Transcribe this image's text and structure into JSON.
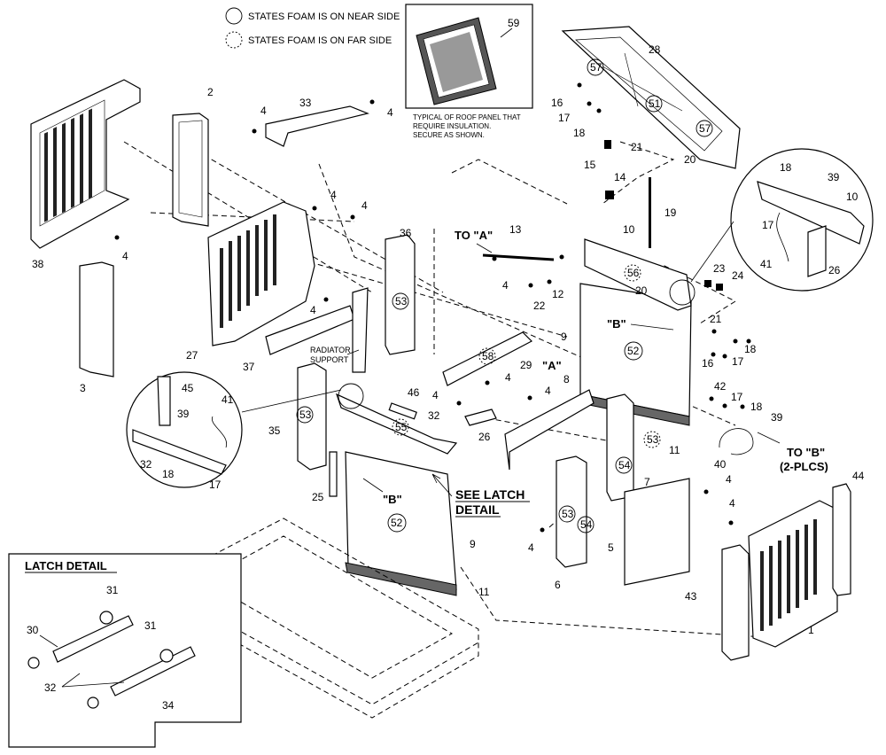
{
  "legend": {
    "near_side": "STATES FOAM IS ON NEAR SIDE",
    "far_side": "STATES FOAM IS ON FAR SIDE"
  },
  "roof_inset": {
    "part": "59",
    "note_line1": "TYPICAL OF ROOF PANEL THAT",
    "note_line2": "REQUIRE INSULATION.",
    "note_line3": "SECURE AS SHOWN."
  },
  "callouts": {
    "to_a": "TO \"A\"",
    "a": "\"A\"",
    "b_upper": "\"B\"",
    "b_lower": "\"B\"",
    "radiator_support_1": "RADIATOR",
    "radiator_support_2": "SUPPORT",
    "see_latch_1": "SEE LATCH",
    "see_latch_2": "DETAIL",
    "to_b_1": "TO \"B\"",
    "to_b_2": "(2-PLCS)"
  },
  "latch_detail": {
    "title": "LATCH DETAIL",
    "labels": [
      "31",
      "30",
      "31",
      "32",
      "34"
    ]
  },
  "part_numbers": {
    "p1": "1",
    "p2": "2",
    "p3": "3",
    "p4a": "4",
    "p4b": "4",
    "p4c": "4",
    "p4d": "4",
    "p4e": "4",
    "p4f": "4",
    "p4g": "4",
    "p4h": "4",
    "p4i": "4",
    "p4j": "4",
    "p4k": "4",
    "p4l": "4",
    "p4m": "4",
    "p5": "5",
    "p6": "6",
    "p7": "7",
    "p8": "8",
    "p9a": "9",
    "p9b": "9",
    "p10a": "10",
    "p10b": "10",
    "p11a": "11",
    "p11b": "11",
    "p12": "12",
    "p13": "13",
    "p14": "14",
    "p15": "15",
    "p16a": "16",
    "p16b": "16",
    "p17a": "17",
    "p17b": "17",
    "p17c": "17",
    "p17d": "17",
    "p17e": "17",
    "p18a": "18",
    "p18b": "18",
    "p18c": "18",
    "p18d": "18",
    "p18e": "18",
    "p19": "19",
    "p20a": "20",
    "p20b": "20",
    "p21a": "21",
    "p21b": "21",
    "p22": "22",
    "p23": "23",
    "p24": "24",
    "p25": "25",
    "p26a": "26",
    "p26b": "26",
    "p27": "27",
    "p28": "28",
    "p29": "29",
    "p32a": "32",
    "p32b": "32",
    "p33": "33",
    "p35": "35",
    "p36": "36",
    "p37": "37",
    "p38": "38",
    "p39a": "39",
    "p39b": "39",
    "p39c": "39",
    "p40": "40",
    "p41a": "41",
    "p41b": "41",
    "p42": "42",
    "p43": "43",
    "p44": "44",
    "p45": "45",
    "p46": "46"
  },
  "foam_circles": {
    "c51": "51",
    "c52a": "52",
    "c52b": "52",
    "c53a": "53",
    "c53b": "53",
    "c53c": "53",
    "c53d": "53",
    "c54a": "54",
    "c54b": "54",
    "c55": "55",
    "c56": "56",
    "c57a": "57",
    "c57b": "57",
    "c58": "58"
  }
}
